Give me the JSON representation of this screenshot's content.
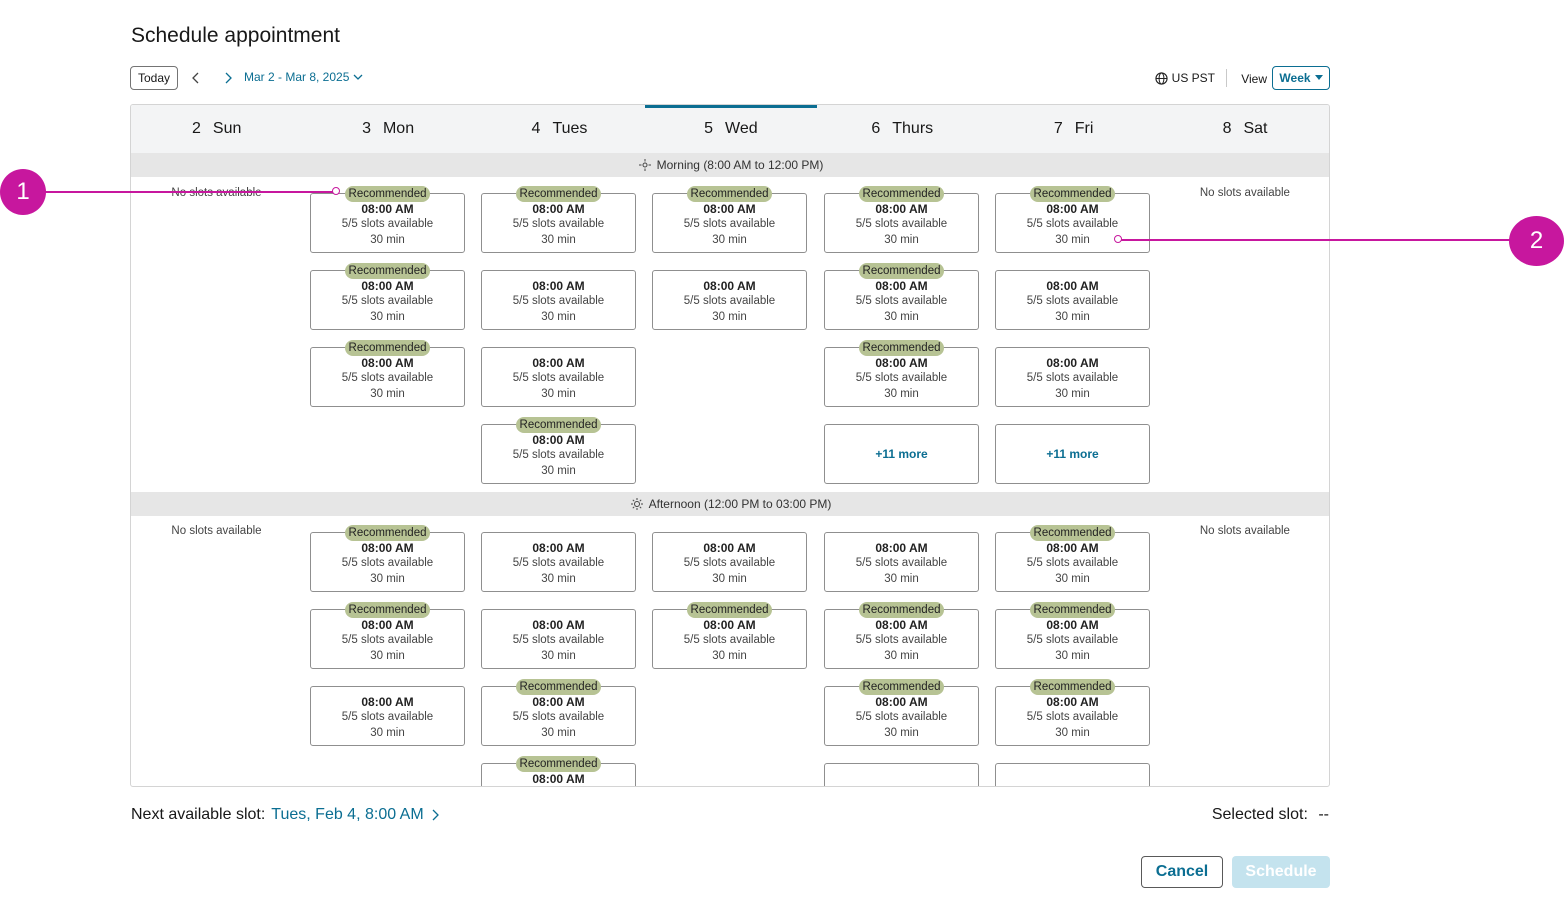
{
  "title": "Schedule appointment",
  "toolbar": {
    "today": "Today",
    "date_range": "Mar 2 - Mar 8, 2025",
    "timezone": "US PST",
    "view_label": "View",
    "view_value": "Week"
  },
  "days": [
    {
      "num": "2",
      "name": "Sun"
    },
    {
      "num": "3",
      "name": "Mon"
    },
    {
      "num": "4",
      "name": "Tues"
    },
    {
      "num": "5",
      "name": "Wed"
    },
    {
      "num": "6",
      "name": "Thurs"
    },
    {
      "num": "7",
      "name": "Fri"
    },
    {
      "num": "8",
      "name": "Sat"
    }
  ],
  "sections": {
    "morning": "Morning (8:00 AM to 12:00 PM)",
    "afternoon": "Afternoon (12:00 PM to 03:00 PM)"
  },
  "slot": {
    "recommended": "Recommended",
    "time": "08:00 AM",
    "availability": "5/5 slots available",
    "duration": "30 min"
  },
  "no_slots": "No slots available",
  "more_label": "+11 more",
  "footer": {
    "next_label": "Next available slot:",
    "next_value": "Tues, Feb 4, 8:00 AM",
    "selected_label": "Selected slot:",
    "selected_value": "--",
    "cancel": "Cancel",
    "schedule": "Schedule"
  },
  "callouts": [
    "1",
    "2"
  ],
  "colors": {
    "accent": "#0b6e92",
    "recommended": "#b7c394",
    "callout": "#c7179e"
  }
}
